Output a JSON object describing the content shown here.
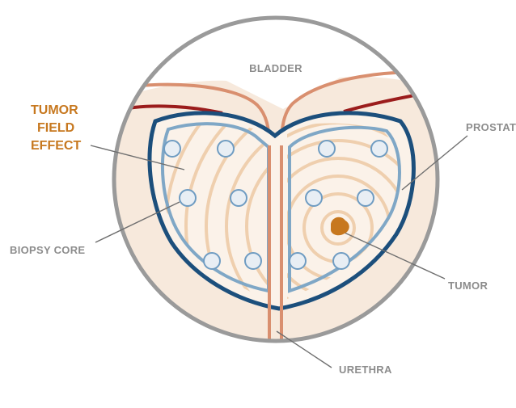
{
  "labels": {
    "bladder": "BLADDER",
    "prostate": "PROSTATE",
    "tumor_field_effect": [
      "TUMOR",
      "FIELD",
      "EFFECT"
    ],
    "biopsy_core": "BIOPSY CORE",
    "tumor": "TUMOR",
    "urethra": "URETHRA"
  },
  "colors": {
    "tissue_background": "#f7e9dc",
    "outer_ring": "#9a9a9a",
    "prostate_capsule": "#1c4f7c",
    "field_boundary": "#7fa7c6",
    "urethra": "#d98f6f",
    "vessel": "#9b1c1c",
    "concentric_rings": "#efcfae",
    "biopsy_fill": "#e8eef4",
    "tumor": "#c7781f",
    "label_gray": "#8c8c8c",
    "label_accent": "#c7781f"
  },
  "icons": {
    "biopsy_core_marker": "circle",
    "tumor_marker": "blob"
  }
}
